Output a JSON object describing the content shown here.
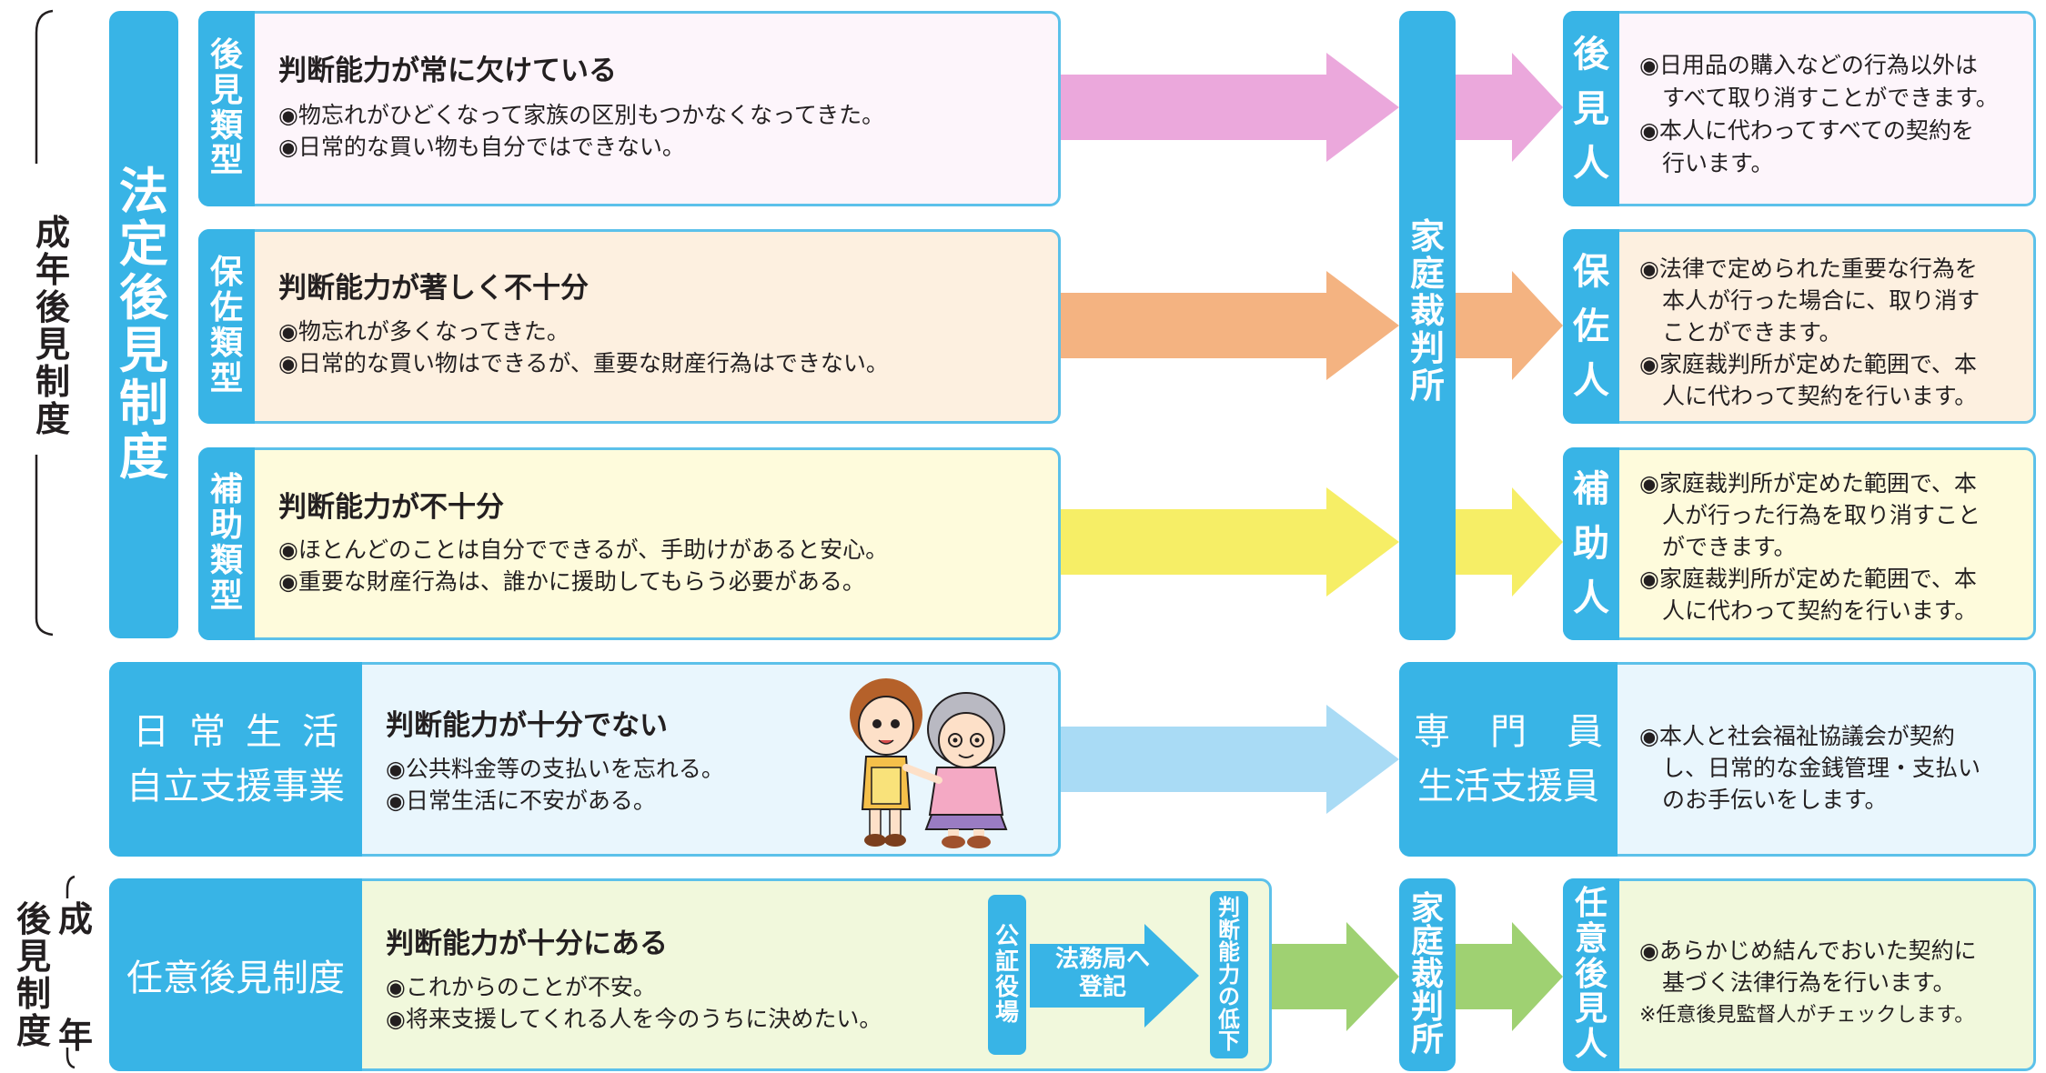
{
  "colors": {
    "blue": "#38b4e6",
    "border": "#5cc1ea",
    "pink_bg": "#fdf5fb",
    "pink_arrow": "#eba8dc",
    "orange_bg": "#fdf0e0",
    "orange_arrow": "#f4b381",
    "yellow_bg": "#fefbdc",
    "yellow_arrow": "#f6ee66",
    "light_blue_bg": "#e9f6fd",
    "light_blue_arrow": "#a9dbf5",
    "green_bg": "#f1f8dc",
    "green_arrow": "#9fd172"
  },
  "brackets": {
    "legal": "成年後見制度",
    "voluntary_col1": "後見制度",
    "voluntary_col2": [
      "成",
      "年"
    ]
  },
  "legal_system_label": "法定後見制度",
  "court_label": "家庭裁判所",
  "types": [
    {
      "id": "kouken",
      "type_label": "後見類型",
      "heading": "判断能力が常に欠けている",
      "lines": [
        "◉物忘れがひどくなって家族の区別もつかなくなってきた。",
        "◉日常的な買い物も自分ではできない。"
      ],
      "role_label": "後見人",
      "role_lines": [
        "◉日用品の購入などの行為以外は",
        "　すべて取り消すことができます。",
        "◉本人に代わってすべての契約を",
        "　行います。"
      ]
    },
    {
      "id": "hosa",
      "type_label": "保佐類型",
      "heading": "判断能力が著しく不十分",
      "lines": [
        "◉物忘れが多くなってきた。",
        "◉日常的な買い物はできるが、重要な財産行為はできない。"
      ],
      "role_label": "保佐人",
      "role_lines": [
        "◉法律で定められた重要な行為を",
        "　本人が行った場合に、取り消す",
        "　ことができます。",
        "◉家庭裁判所が定めた範囲で、本",
        "　人に代わって契約を行います。"
      ]
    },
    {
      "id": "hojo",
      "type_label": "補助類型",
      "heading": "判断能力が不十分",
      "lines": [
        "◉ほとんどのことは自分でできるが、手助けがあると安心。",
        "◉重要な財産行為は、誰かに援助してもらう必要がある。"
      ],
      "role_label": "補助人",
      "role_lines": [
        "◉家庭裁判所が定めた範囲で、本",
        "　人が行った行為を取り消すこと",
        "　ができます。",
        "◉家庭裁判所が定めた範囲で、本",
        "　人に代わって契約を行います。"
      ]
    }
  ],
  "daily_life": {
    "label_line1": "日常生活",
    "label_line2": "自立支援事業",
    "heading": "判断能力が十分でない",
    "lines": [
      "◉公共料金等の支払いを忘れる。",
      "◉日常生活に不安がある。"
    ],
    "staff_line1": "専門員",
    "staff_line2": "生活支援員",
    "role_lines": [
      "◉本人と社会福祉協議会が契約",
      "　し、日常的な金銭管理・支払い",
      "　のお手伝いをします。"
    ]
  },
  "voluntary": {
    "label": "任意後見制度",
    "heading": "判断能力が十分にある",
    "lines": [
      "◉これからのことが不安。",
      "◉将来支援してくれる人を今のうちに決めたい。"
    ],
    "notary": "公証役場",
    "registry_line1": "法務局へ",
    "registry_line2": "登記",
    "decline": "判断能力の低下",
    "court": "家庭裁判所",
    "role_label": "任意後見人",
    "role_lines": [
      "◉あらかじめ結んでおいた契約に",
      "　基づく法律行為を行います。"
    ],
    "note": "※任意後見監督人がチェックします。"
  }
}
